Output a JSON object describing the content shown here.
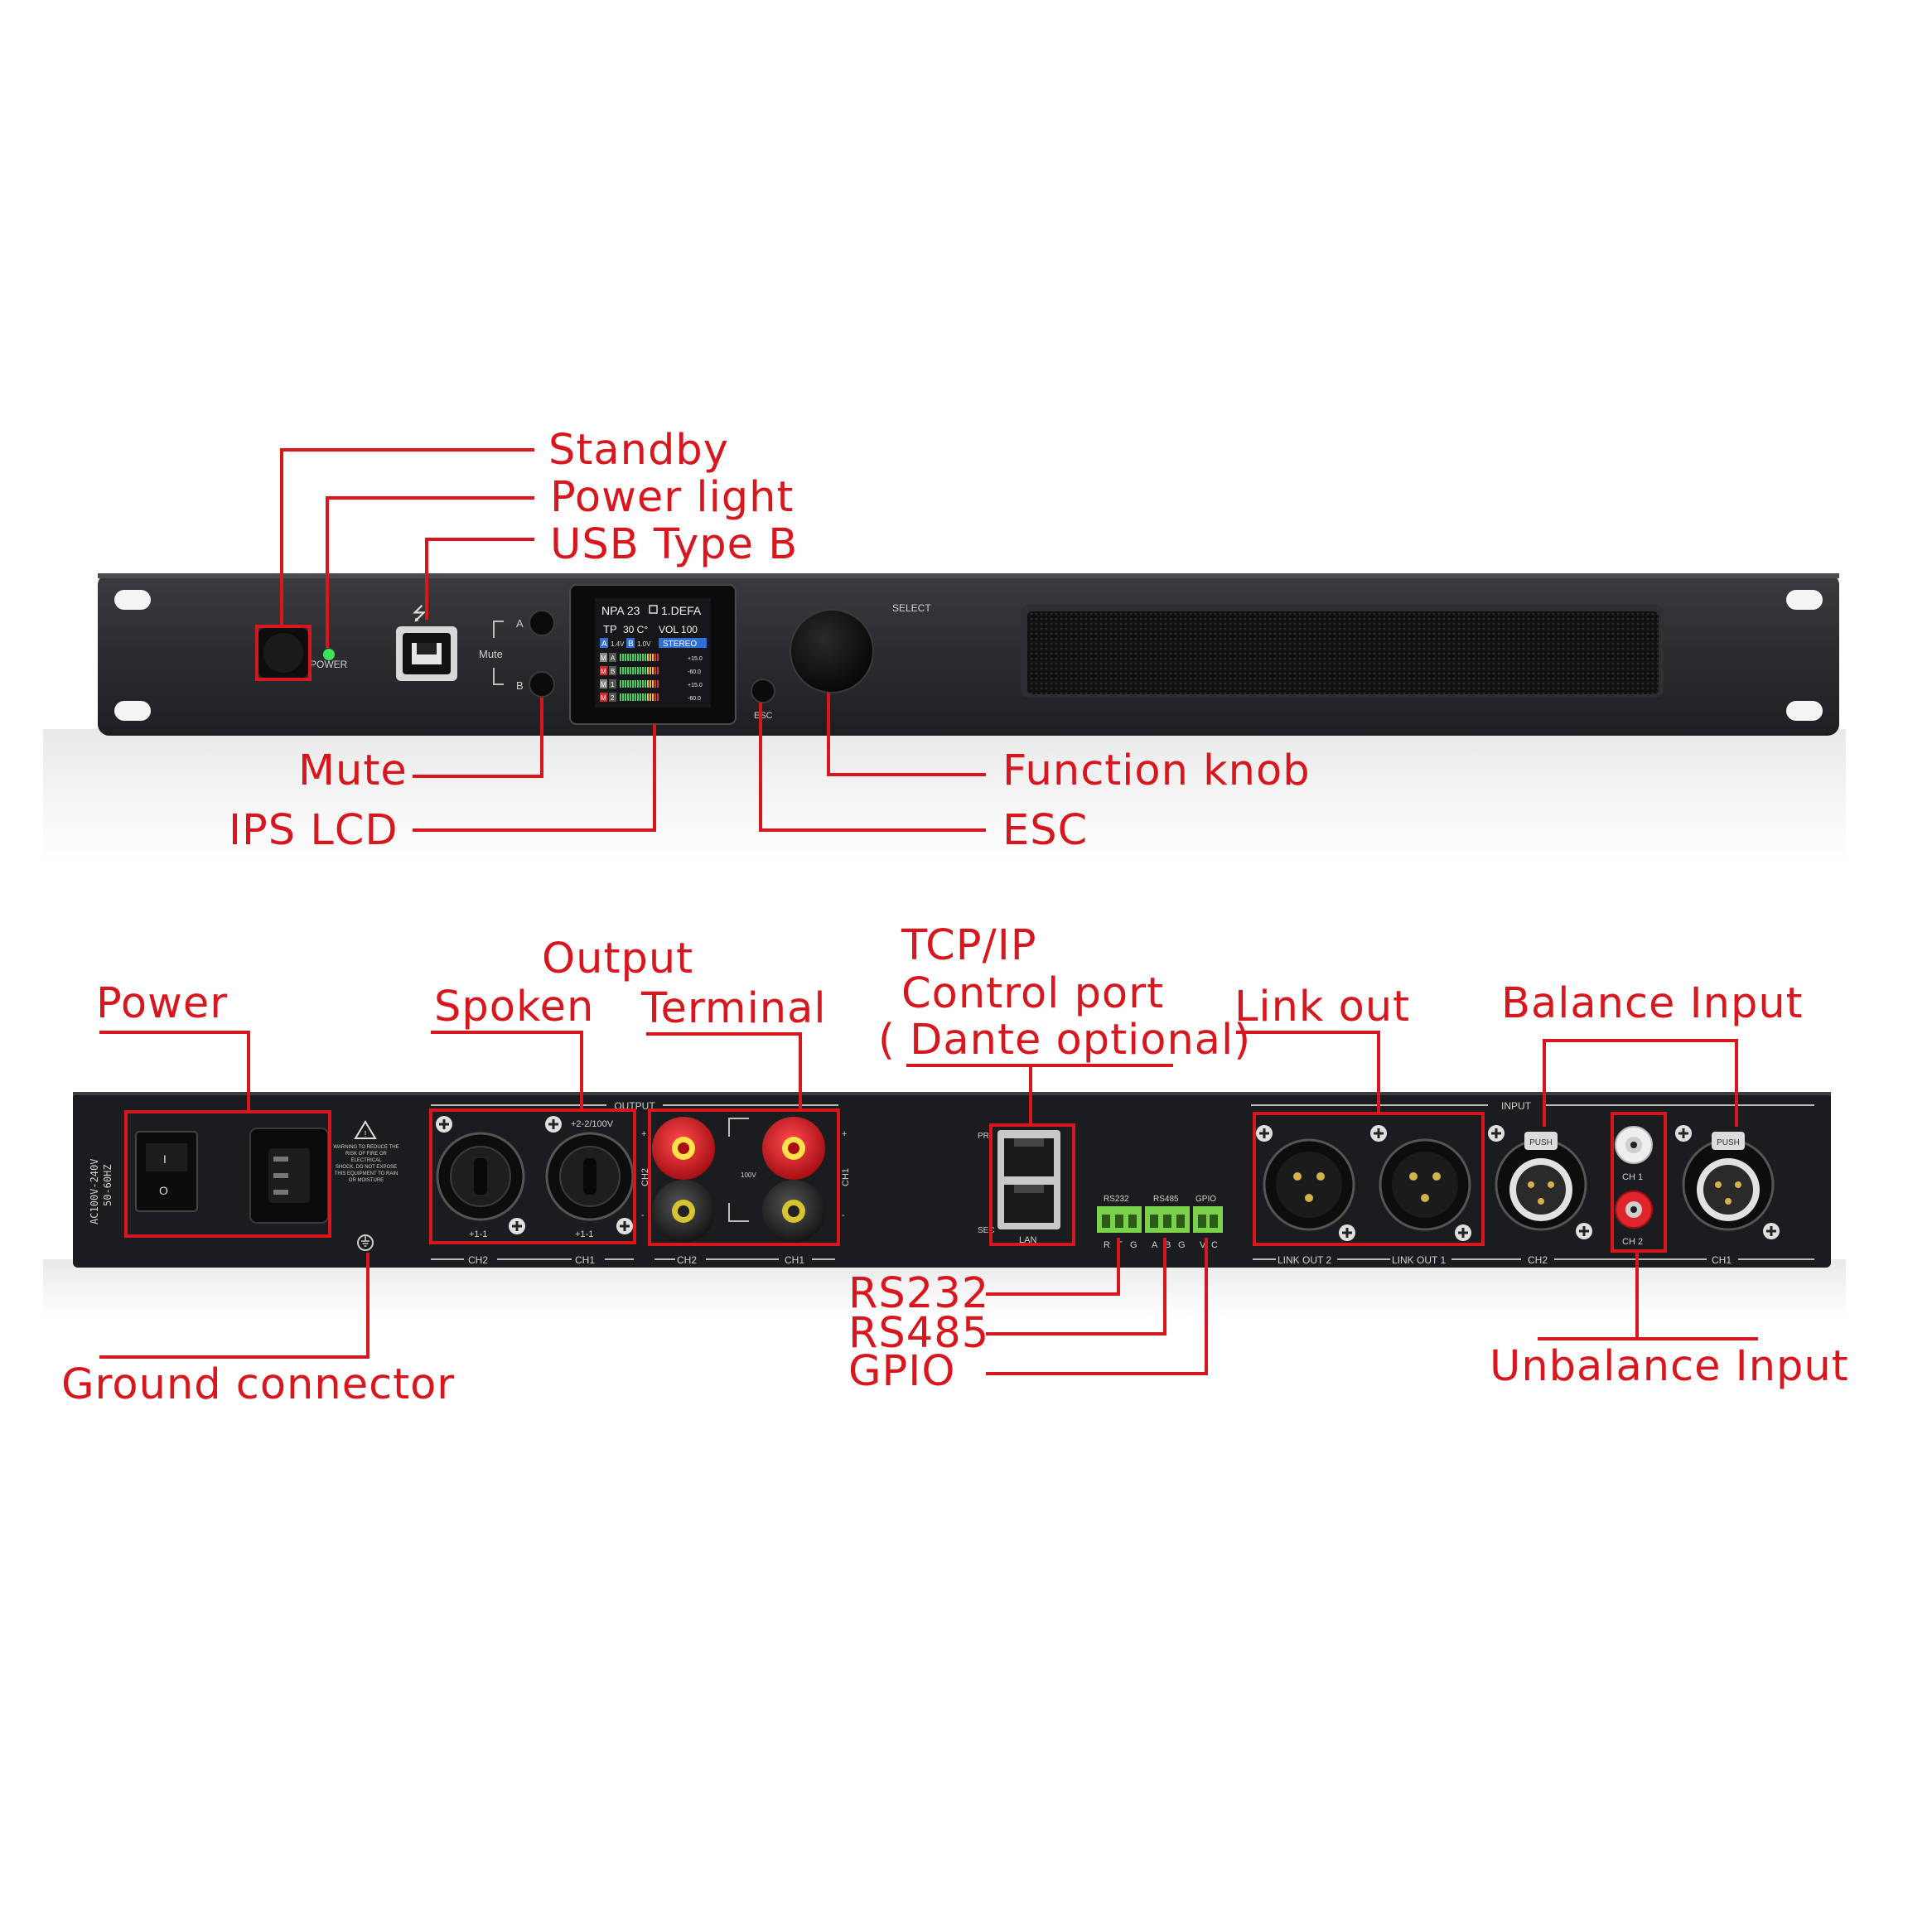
{
  "colors": {
    "callout_red": "#d8161d",
    "panel_dark": "#2a2b2e",
    "panel_black": "#151516",
    "lcd_blue": "#2f6fd6",
    "terminal_red": "#d8262b",
    "phoenix_green": "#7bd14a",
    "power_led_green": "#3fe05a"
  },
  "callouts": {
    "standby": "Standby",
    "power_light": "Power light",
    "usb_type_b": "USB Type B",
    "mute": "Mute",
    "ips_lcd": "IPS LCD",
    "function_knob": "Function knob",
    "esc": "ESC",
    "power": "Power",
    "output": "Output",
    "spoken": "Spoken",
    "terminal": "Terminal",
    "tcp_ip": "TCP/IP",
    "control_port": "Control port",
    "dante_optional": "( Dante optional)",
    "link_out": "Link out",
    "balance_input": "Balance Input",
    "rs232": "RS232",
    "rs485": "RS485",
    "gpio": "GPIO",
    "unbalance_input": "Unbalance Input",
    "ground_connector": "Ground connector"
  },
  "front_panel": {
    "power_label": "POWER",
    "mute_label": "Mute",
    "mute_a": "A",
    "mute_b": "B",
    "select_label": "SELECT",
    "esc_label": "ESC",
    "usb_icon": "usb-icon",
    "lcd": {
      "line1_model": "NPA 23",
      "line1_preset": "1.DEFA",
      "lock_icon": "lock-icon",
      "line2_tp": "TP",
      "line2_temp": "30 C°",
      "line2_vol": "VOL 100",
      "line3_a": "A",
      "line3_a_val": "1.4V",
      "line3_b": "B",
      "line3_b_val": "1.0V",
      "line3_mode": "STEREO",
      "meters": [
        {
          "tag": "M",
          "ch": "A",
          "value": "+15.0"
        },
        {
          "tag": "M",
          "ch": "B",
          "value": "-60.0"
        },
        {
          "tag": "M",
          "ch": "1",
          "value": "+15.0"
        },
        {
          "tag": "M",
          "ch": "2",
          "value": "-60.0"
        }
      ]
    }
  },
  "rear_panel": {
    "mains_rating_1": "AC100V-240V",
    "mains_rating_2": "50-60HZ",
    "warning_text_1": "WARNING TO REDUCE THE",
    "warning_text_2": "RISK OF FIRE OR",
    "warning_text_3": "ELECTRICAL",
    "warning_text_4": "SHOCK, DO NOT EXPOSE",
    "warning_text_5": "THIS EQUIPMENT TO RAIN",
    "warning_text_6": "OR MOISTURE",
    "switch_on": "I",
    "switch_off": "O",
    "output_label": "OUTPUT",
    "speakon_pin_top": "+2-2/100V",
    "speakon_pin_bottom_1": "+1-1",
    "speakon_pin_bottom_2": "+1-1",
    "ch2_label": "CH2",
    "ch1_label": "CH1",
    "ch2_vert": "CH2",
    "ch1_vert": "CH1",
    "terminal_100v": "100V",
    "plus": "+",
    "minus": "-",
    "lan_label": "LAN",
    "lan_pri": "PRI",
    "lan_sec": "SEC",
    "rs232_label": "RS232",
    "rs485_label": "RS485",
    "gpio_label": "GPIO",
    "pin_labels": [
      "R",
      "T",
      "G",
      "A",
      "B",
      "G",
      "V",
      "C"
    ],
    "input_label": "INPUT",
    "push_label": "PUSH",
    "link_out_2": "LINK OUT 2",
    "link_out_1": "LINK OUT 1",
    "rca_ch1": "CH 1",
    "rca_ch2": "CH 2",
    "ground_icon": "ground-icon"
  }
}
